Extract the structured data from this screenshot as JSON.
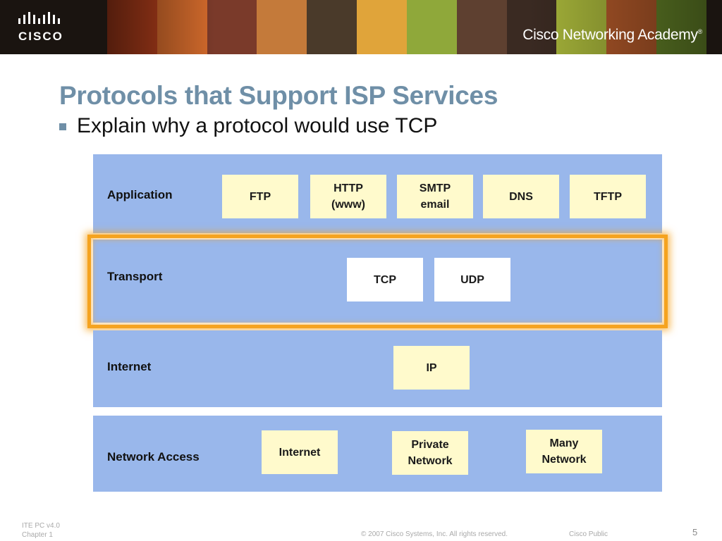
{
  "header": {
    "logo_text": "CISCO",
    "academy_text": "Cisco Networking Academy",
    "registered_mark": "®"
  },
  "slide": {
    "title": "Protocols that Support ISP Services",
    "bullet": "Explain why a protocol would use TCP"
  },
  "diagram": {
    "layers": [
      {
        "label": "Application",
        "protocols": [
          "FTP",
          "HTTP\n(www)",
          "SMTP\nemail",
          "DNS",
          "TFTP"
        ],
        "box_color": "#fffacc"
      },
      {
        "label": "Transport",
        "protocols": [
          "TCP",
          "UDP"
        ],
        "box_color": "#ffffff",
        "highlighted": true
      },
      {
        "label": "Internet",
        "protocols": [
          "IP"
        ],
        "box_color": "#fffacc"
      },
      {
        "label": "Network Access",
        "protocols": [
          "Internet",
          "Private\nNetwork",
          "Many\nNetwork"
        ],
        "box_color": "#fffacc"
      }
    ],
    "layer_color": "#99b7eb",
    "highlight_color": "#f5a31f"
  },
  "footer": {
    "course": "ITE PC v4.0",
    "chapter": "Chapter 1",
    "copyright": "© 2007 Cisco Systems, Inc. All rights reserved.",
    "classification": "Cisco Public",
    "page_number": "5"
  }
}
